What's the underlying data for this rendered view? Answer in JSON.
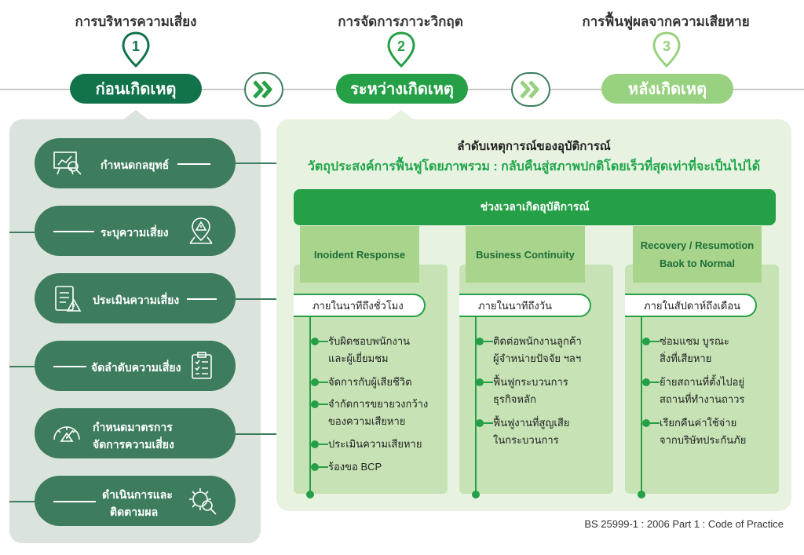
{
  "phases": [
    {
      "title": "การบริหารความเสี่ยง",
      "number": "1",
      "pill": "ก่อนเกิดเหตุ"
    },
    {
      "title": "การจัดการภาวะวิกฤต",
      "number": "2",
      "pill": "ระหว่างเกิดเหตุ"
    },
    {
      "title": "การฟื้นฟูผลจากความเสียหาย",
      "number": "3",
      "pill": "หลังเกิดเหตุ"
    }
  ],
  "colors": {
    "dark_green": "#117349",
    "mid_green": "#25a047",
    "light_green": "#98d17f",
    "step_green": "#3d7d5e"
  },
  "steps": [
    {
      "label": "กำหนดกลยุทธ์",
      "icon": "strategy-chart-icon"
    },
    {
      "label": "ระบุความเสี่ยง",
      "icon": "risk-location-icon"
    },
    {
      "label": "ประเมินความเสี่ยง",
      "icon": "risk-checklist-icon"
    },
    {
      "label": "จัดลำดับความเสี่ยง",
      "icon": "priority-clipboard-icon"
    },
    {
      "label_lines": [
        "กำหนดมาตรการ",
        "จัดการความเสี่ยง"
      ],
      "icon": "risk-gauge-icon"
    },
    {
      "label_lines": [
        "ดำเนินการและ",
        "ติดตามผล"
      ],
      "icon": "gear-search-icon"
    }
  ],
  "sequence_title": "ลำดับเหตุการณ์ของอุบัติการณ์",
  "objective": "วัตถุประสงค์การฟื้นฟูโดยภาพรวม : กลับคืนสู่สภาพปกติโดยเร็วที่สุดเท่าที่จะเป็นไปได้",
  "timeline_bar": "ช่วงเวลาเกิดอุบัติการณ์",
  "columns": [
    {
      "heading_lines": [
        "Inoident Response"
      ],
      "timeframe": "ภายในนาทีถึงชั่วโมง",
      "items": [
        [
          "รับผิดชอบพนักงาน",
          "และผู้เยี่ยมชม"
        ],
        [
          "จัดการกับผู้เสียชีวิต"
        ],
        [
          "จำกัดการขยายวงกว้าง",
          "ของความเสียหาย"
        ],
        [
          "ประเมินความเสียหาย"
        ],
        [
          "ร้องขอ BCP"
        ]
      ]
    },
    {
      "heading_lines": [
        "Business Continuity"
      ],
      "timeframe": "ภายในนาทีถึงวัน",
      "items": [
        [
          "ติดต่อพนักงานลูกค้า",
          "ผู้จำหน่ายปัจจัย ฯลฯ"
        ],
        [
          "ฟื้นฟูกระบวนการ",
          "ธุรกิจหลัก"
        ],
        [
          "ฟื้นฟูงานที่สูญเสีย",
          "ในกระบวนการ"
        ]
      ]
    },
    {
      "heading_lines": [
        "Recovery / Resumotion",
        "Baok to Normal"
      ],
      "timeframe": "ภายในสัปดาห์ถึงเดือน",
      "items": [
        [
          "ซ่อมแซม บูรณะ",
          "สิ่งที่เสียหาย"
        ],
        [
          "ย้ายสถานที่ตั้งไปอยู่",
          "สถานที่ทำงานถาวร"
        ],
        [
          "เรียกคืนค่าใช้จ่าย",
          "จากบริษัทประกันภัย"
        ]
      ]
    }
  ],
  "reference": "BS 25999-1 : 2006 Part 1 : Code of Practice"
}
